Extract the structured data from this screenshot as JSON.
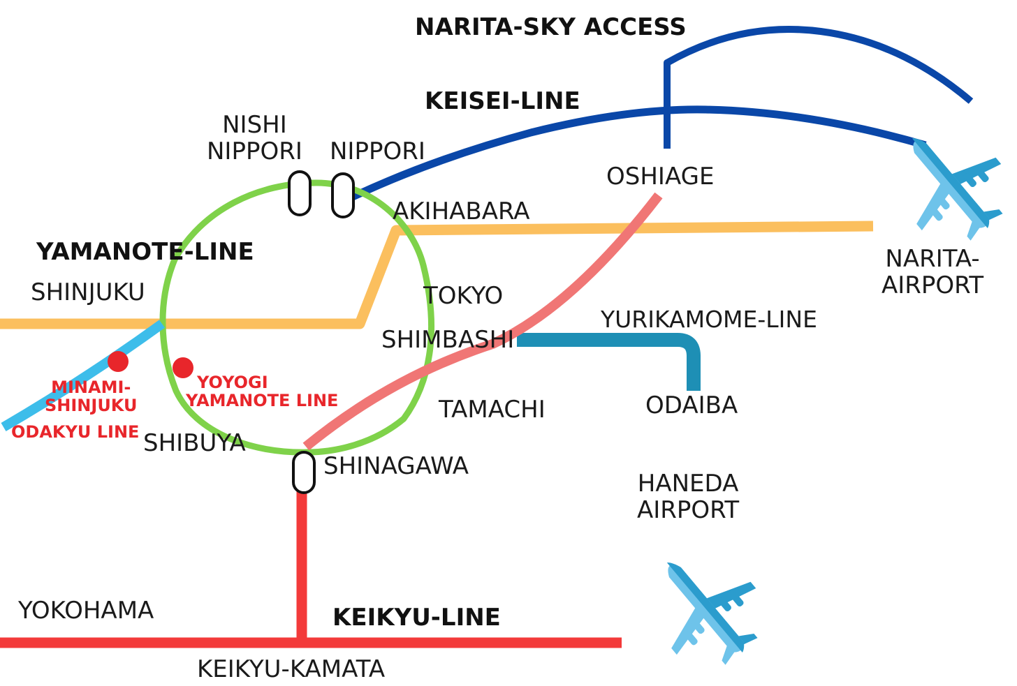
{
  "colors": {
    "narita_sky_access": "#0a47a8",
    "keisei": "#0a47a8",
    "yamanote": "#7fd24a",
    "chuo_sobu": "#fbbf5e",
    "asakusa": "#f07675",
    "yurikamome": "#1e8fb5",
    "odakyu": "#3dbdea",
    "keikyu": "#f33a3a",
    "station_dot": "#e8262b",
    "airplane_light": "#6ec3ea",
    "airplane_dark": "#2b9ccd"
  },
  "lines": {
    "narita_sky_access": "NARITA-SKY ACCESS",
    "keisei": "KEISEI-LINE",
    "yamanote": "YAMANOTE-LINE",
    "yurikamome": "YURIKAMOME-LINE",
    "keikyu": "KEIKYU-LINE"
  },
  "stations": {
    "nishi_nippori": [
      "NISHI",
      "NIPPORI"
    ],
    "nippori": "NIPPORI",
    "oshiage": "OSHIAGE",
    "akihabara": "AKIHABARA",
    "narita_airport": [
      "NARITA-",
      "AIRPORT"
    ],
    "shinjuku": "SHINJUKU",
    "tokyo": "TOKYO",
    "shimbashi": "SHIMBASHI",
    "tamachi": "TAMACHI",
    "odaiba": "ODAIBA",
    "shibuya": "SHIBUYA",
    "shinagawa": "SHINAGAWA",
    "haneda_airport": [
      "HANEDA",
      "AIRPORT"
    ],
    "yokohama": "YOKOHAMA",
    "keikyu_kamata": "KEIKYU-KAMATA"
  },
  "red_labels": {
    "minami_shinjuku": [
      "MINAMI-",
      "SHINJUKU"
    ],
    "odakyu_line": "ODAKYU LINE",
    "yoyogi": [
      "YOYOGI",
      "YAMANOTE LINE"
    ]
  },
  "icons": {
    "narita": "airplane-icon",
    "haneda": "airplane-icon"
  }
}
